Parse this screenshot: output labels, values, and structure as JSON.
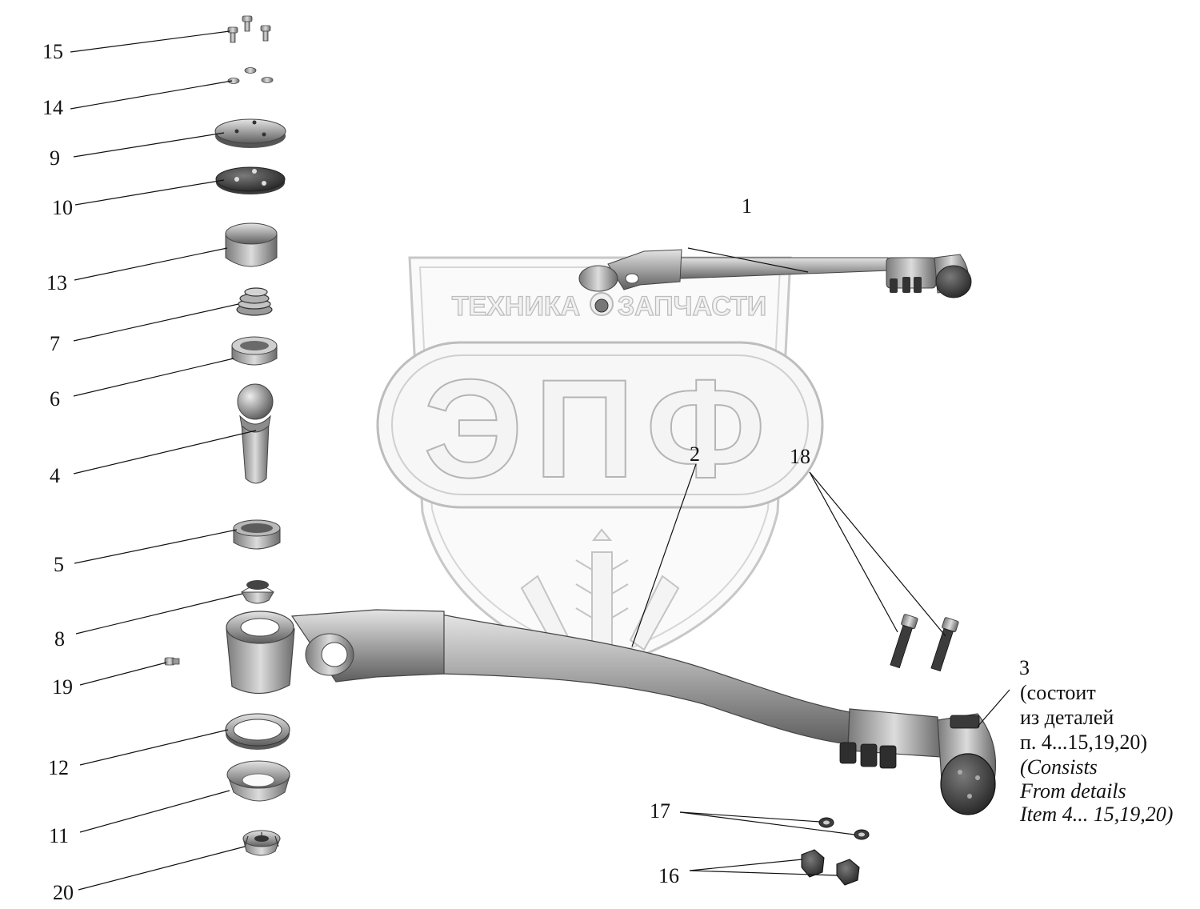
{
  "watermark": {
    "left_word": "ТЕХНИКА",
    "right_word": "ЗАПЧАСТИ",
    "brand": "ЭПФ"
  },
  "callouts": {
    "c15": "15",
    "c14": "14",
    "c9": "9",
    "c10": "10",
    "c13": "13",
    "c7": "7",
    "c6": "6",
    "c4": "4",
    "c5": "5",
    "c8": "8",
    "c19": "19",
    "c12": "12",
    "c11": "11",
    "c20": "20",
    "c1": "1",
    "c2": "2",
    "c18": "18",
    "c17": "17",
    "c16": "16",
    "c3": "3"
  },
  "note3": {
    "ru_line1": "(состоит",
    "ru_line2": "из деталей",
    "ru_line3": "п. 4...15,19,20)",
    "en_line1": "(Consists",
    "en_line2": "From details",
    "en_line3": "Item 4... 15,19,20)"
  }
}
